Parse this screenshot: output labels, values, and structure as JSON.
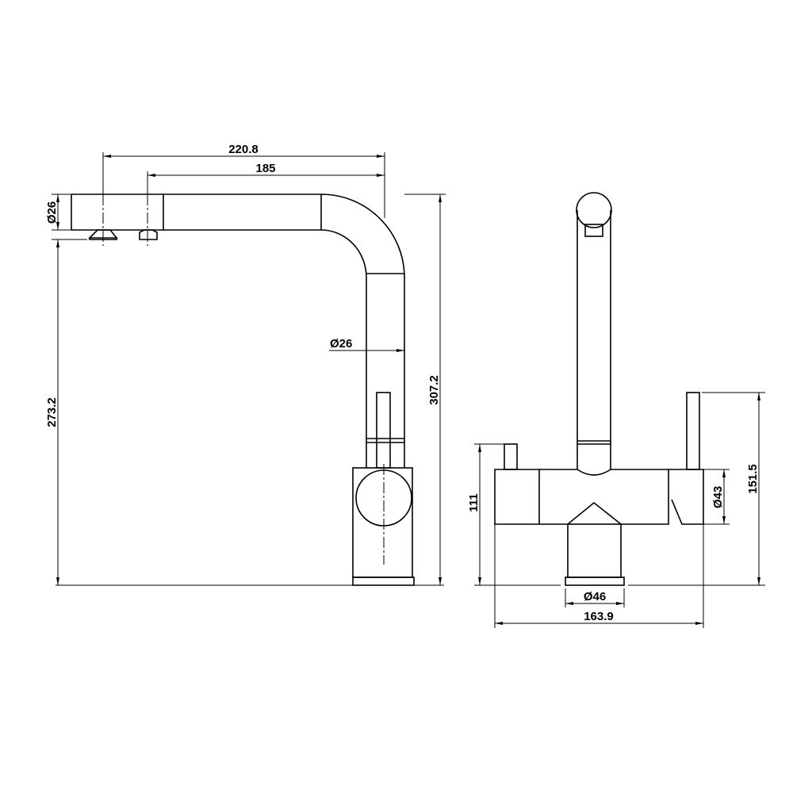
{
  "drawing": {
    "side_view": {
      "dim_reach_total": "220.8",
      "dim_reach_outlet": "185",
      "dim_spout_diameter_top": "Ø26",
      "dim_spout_diameter_vertical": "Ø26",
      "dim_outlet_height": "273.2",
      "dim_total_height": "307.2"
    },
    "front_view": {
      "dim_body_height": "111",
      "dim_lever_height": "151.5",
      "dim_body_diameter": "Ø43",
      "dim_base_diameter": "Ø46",
      "dim_body_width": "163.9"
    }
  }
}
